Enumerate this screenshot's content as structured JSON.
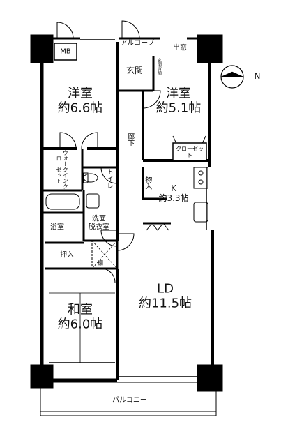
{
  "rooms": {
    "western_a": {
      "name": "洋室",
      "size": "約6.6帖"
    },
    "western_b": {
      "name": "洋室",
      "size": "約5.1帖"
    },
    "japanese": {
      "name": "和室",
      "size": "約6.0帖"
    },
    "ld": {
      "name": "LD",
      "size": "約11.5帖"
    },
    "kitchen": {
      "name": "K",
      "size": "約3.3帖"
    }
  },
  "labels": {
    "mb": "MB",
    "alcove": "アルコーブ",
    "entrance": "玄関",
    "shoe_storage": "玄関収納",
    "bay_window": "出窓",
    "corridor": "廊下",
    "closet": "クローゼット",
    "walk_in_closet": "ウォークインクローゼット",
    "toilet": "トイレ",
    "storage": "物入",
    "bathroom": "浴室",
    "washroom_line1": "洗面",
    "washroom_line2": "脱衣室",
    "oshiire": "押入",
    "shelf": "棚",
    "balcony": "バルコニー"
  },
  "compass": {
    "label": "N"
  }
}
